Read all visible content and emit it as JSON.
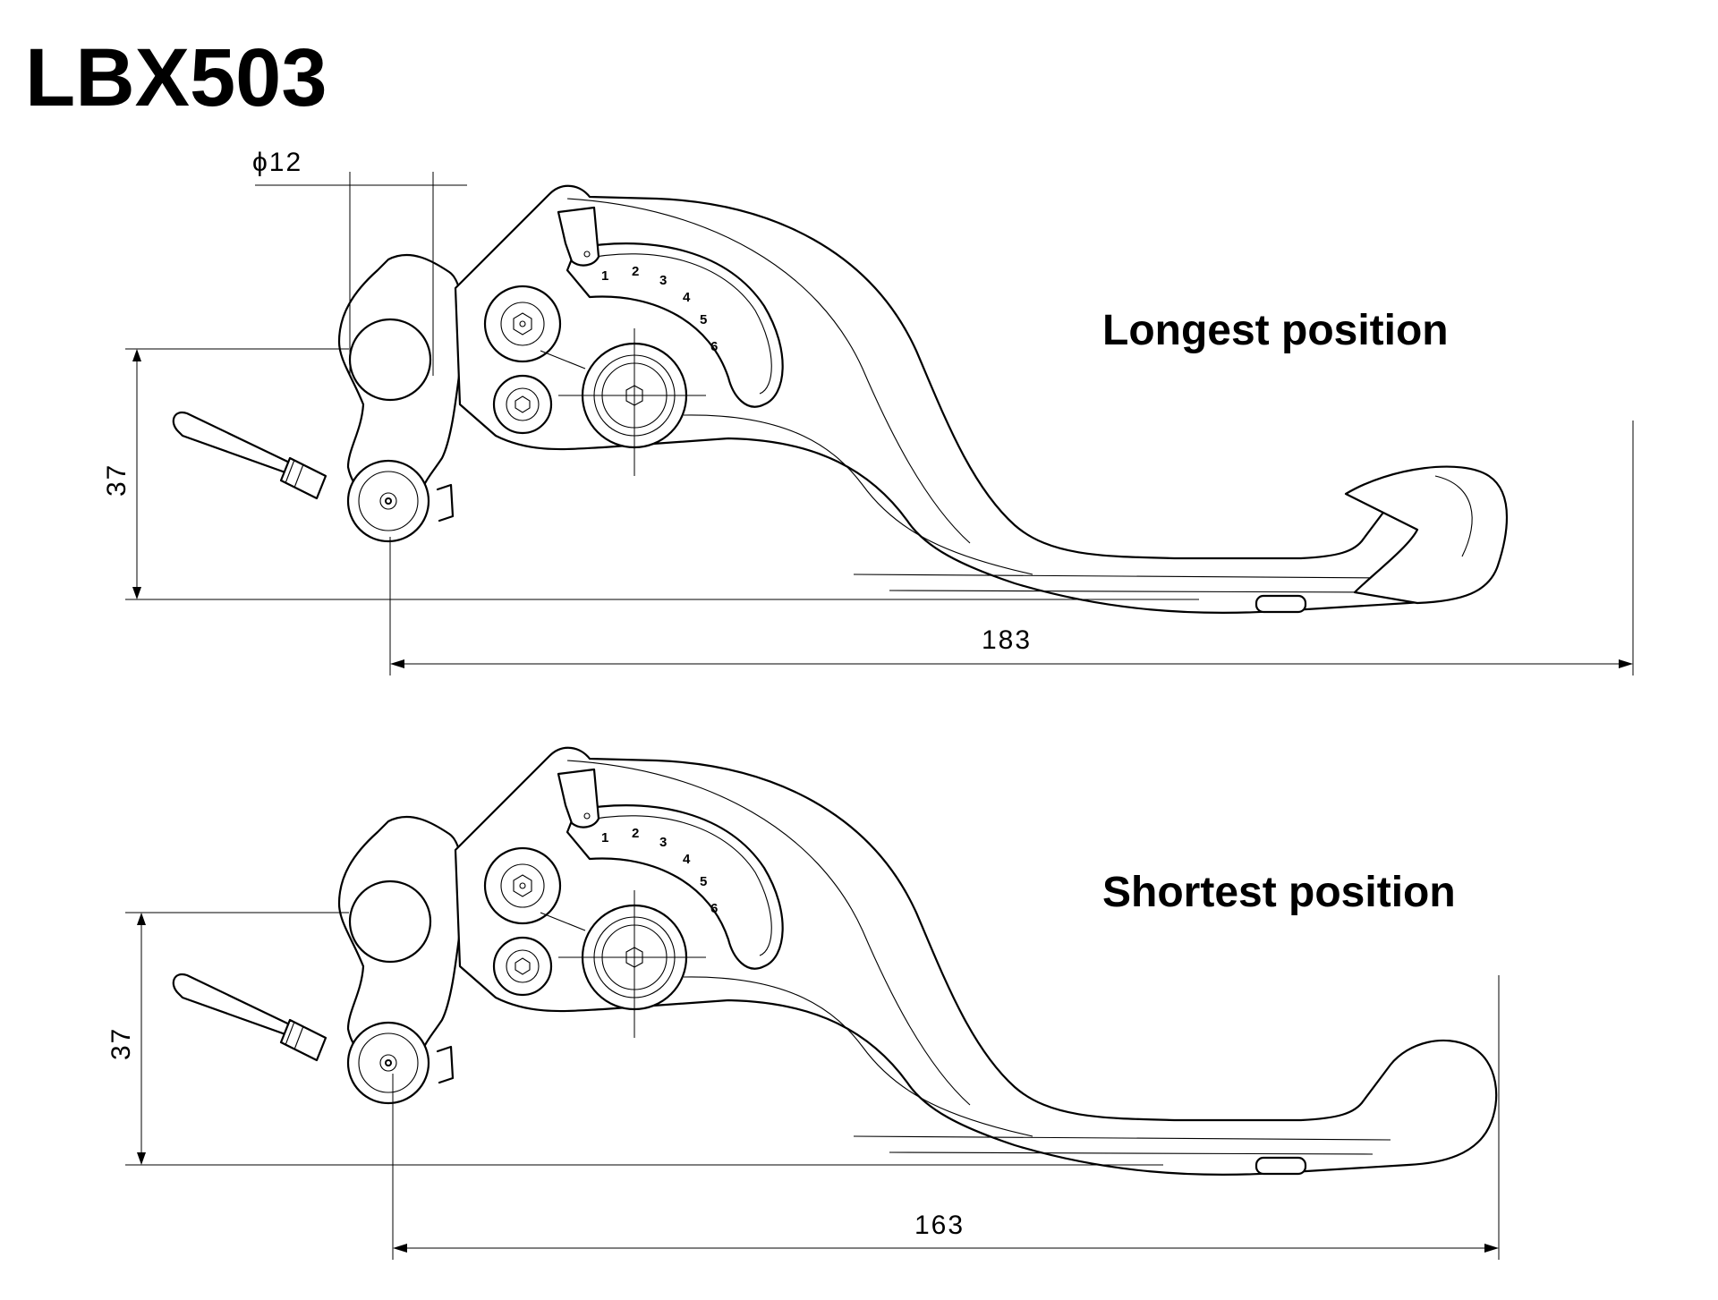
{
  "title": "LBX503",
  "views": [
    {
      "caption": "Longest position",
      "dimensions": {
        "hole_diameter": "ϕ12",
        "height": "37",
        "length": "183"
      },
      "adjuster_scale": [
        "1",
        "2",
        "3",
        "4",
        "5",
        "6"
      ]
    },
    {
      "caption": "Shortest position",
      "dimensions": {
        "height": "37",
        "length": "163"
      },
      "adjuster_scale": [
        "1",
        "2",
        "3",
        "4",
        "5",
        "6"
      ]
    }
  ]
}
